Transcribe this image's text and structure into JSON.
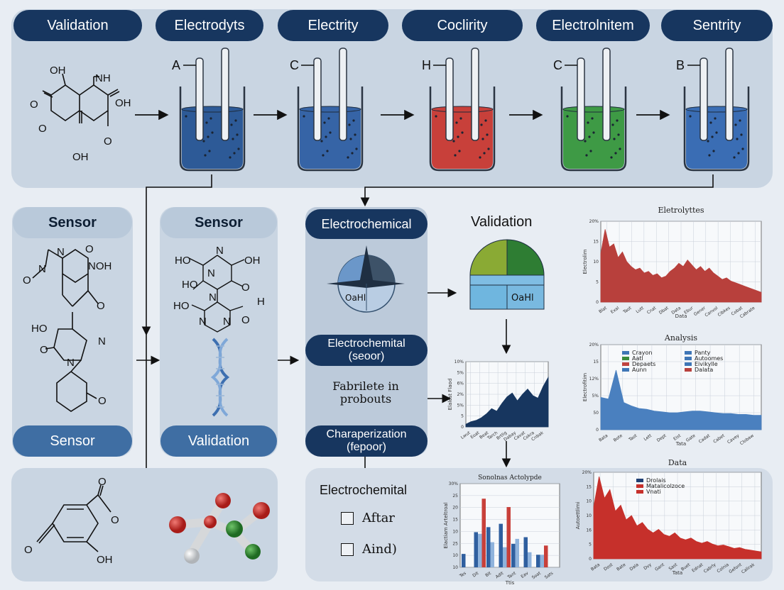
{
  "top_tabs": [
    "Validation",
    "Electrodyts",
    "Electrity",
    "Coclirity",
    "Electrolnitem",
    "Sentrity"
  ],
  "beakers": [
    {
      "label": "A",
      "liquid": "#2d5a97"
    },
    {
      "label": "C",
      "liquid": "#3664a6"
    },
    {
      "label": "H",
      "liquid": "#c8403a"
    },
    {
      "label": "C",
      "liquid": "#3e9a45"
    },
    {
      "label": "B",
      "liquid": "#3a6db4"
    }
  ],
  "molecule1": {
    "atoms": [
      "OH",
      "NH",
      "O",
      "OH",
      "O",
      "OH",
      "O"
    ]
  },
  "sensor_left": {
    "title": "Sensor",
    "footer": "Sensor",
    "atoms": [
      "N",
      "O",
      "NOH",
      "O",
      "N",
      "O",
      "HO",
      "N",
      "O",
      "N",
      "O"
    ]
  },
  "sensor_mid": {
    "title": "Sensor",
    "footer": "Validation",
    "atoms": [
      "HO",
      "N",
      "OH",
      "HO",
      "N",
      "O",
      "HO",
      "N",
      "N",
      "H",
      "N",
      "O"
    ]
  },
  "center": {
    "pill1": "Electrochemical",
    "pill2_line1": "Electrochemital",
    "pill2_line2": "(seoor)",
    "fabric_line1": "Fabrilete in",
    "fabric_line2": "probouts",
    "pill3_line1": "Charaperization",
    "pill3_line2": "(fepoor)",
    "bottom_title": "Electrochemital",
    "checkbox1": "Aftar",
    "checkbox2": "Aind)",
    "gauge_label": "OaHl"
  },
  "validation": {
    "title": "Validation",
    "label": "OaHl",
    "colors": [
      "#8aaa34",
      "#2e7d33",
      "#6fb6df",
      "#7fbde3"
    ]
  },
  "bottom_left_molecule": {
    "atoms": [
      "O",
      "O",
      "O",
      "OH"
    ]
  },
  "colors": {
    "navy": "#17365f",
    "panel": "#c9d5e2",
    "red": "#c0433f",
    "blue": "#2f5f9f"
  },
  "chart_data": [
    {
      "type": "area",
      "title": "Eletrolyttes",
      "ylabel": "Electrolim",
      "xlabel": "Data",
      "yticks": [
        "20%",
        "15",
        "10",
        "5",
        "0"
      ],
      "xticks": [
        "Blat",
        "Exal",
        "Taot",
        "Lutt",
        "Cnat",
        "Dbat",
        "Data",
        "Ebur",
        "Gener",
        "Canvol",
        "Cibkes",
        "Cobat",
        "Cabrate"
      ],
      "values": [
        60,
        90,
        68,
        72,
        55,
        62,
        50,
        44,
        40,
        42,
        36,
        38,
        33,
        35,
        30,
        32,
        38,
        42,
        48,
        44,
        52,
        46,
        40,
        44,
        38,
        42,
        36,
        32,
        28,
        30,
        26,
        24,
        22,
        20,
        18,
        16,
        14,
        12
      ],
      "color": "#b8403c"
    },
    {
      "type": "area",
      "title": "Analysis",
      "ylabel": "Electrofitim",
      "xlabel": "Tata",
      "yticks": [
        "20%",
        "15",
        "12%",
        "5%",
        "50",
        "0"
      ],
      "xticks": [
        "Bata",
        "Bote",
        "Taot",
        "Lett",
        "Dept",
        "Eist",
        "Gate",
        "Cadat",
        "Cabet",
        "Cavey",
        "Clobaw"
      ],
      "values": [
        38,
        36,
        70,
        32,
        28,
        25,
        24,
        22,
        21,
        20,
        20,
        21,
        22,
        22,
        21,
        20,
        19,
        19,
        18,
        18,
        17,
        17
      ],
      "color": "#4a80bf",
      "legend": [
        {
          "name": "Crayon",
          "color": "#3f76b6"
        },
        {
          "name": "Panty",
          "color": "#3f76b6"
        },
        {
          "name": "Aatl",
          "color": "#3a8b3d"
        },
        {
          "name": "Autoomes",
          "color": "#3f76b6"
        },
        {
          "name": "Depaets",
          "color": "#c0433f"
        },
        {
          "name": "Eivikylle",
          "color": "#3f76b6"
        },
        {
          "name": "Aunn",
          "color": "#3f76b6"
        },
        {
          "name": "Dalata",
          "color": "#b8403c"
        }
      ]
    },
    {
      "type": "area",
      "title": "",
      "ylabel": "Elalest Flaod",
      "yticks": [
        "10%",
        "5%",
        "6%",
        "2%",
        "5%",
        "5",
        "0"
      ],
      "xticks": [
        "Lwut",
        "Eoat",
        "Beat",
        "Tarch",
        "Brtlig",
        "Dabay",
        "Cavat",
        "Cokra",
        "Cnbak"
      ],
      "values": [
        4,
        8,
        10,
        14,
        20,
        28,
        24,
        36,
        46,
        52,
        40,
        50,
        58,
        48,
        44,
        62,
        76
      ],
      "color": "#17365f"
    },
    {
      "type": "bar",
      "title": "Sonolnas Actolypde",
      "ylabel": "Elactiam Arteltroal",
      "yticks": [
        "30%",
        "25",
        "20",
        "15",
        "10",
        "25",
        "10",
        "10"
      ],
      "xticks": [
        "Tes",
        "Dit",
        "Bit",
        "Adit",
        "Tant",
        "Eav",
        "Soat",
        "Sats"
      ],
      "xlabel": "Ttis",
      "series": [
        {
          "name": "Blue",
          "values": [
            16,
            42,
            48,
            52,
            28,
            36,
            15,
            0
          ]
        },
        {
          "name": "LightBlue",
          "values": [
            0,
            40,
            30,
            24,
            34,
            18,
            15,
            0
          ]
        },
        {
          "name": "Red",
          "values": [
            0,
            82,
            0,
            72,
            0,
            0,
            26,
            0
          ]
        }
      ]
    },
    {
      "type": "area",
      "title": "Data",
      "ylabel": "Autoettlimi",
      "yticks": [
        "20%",
        "15",
        "10",
        "10",
        "16",
        "5",
        "0"
      ],
      "xticks": [
        "Bata",
        "Dost",
        "Bate",
        "Dala",
        "Dvy",
        "Gant",
        "Sast",
        "Buet",
        "Ednat",
        "Cabrly",
        "Colnia",
        "Gefont",
        "Calirak"
      ],
      "xlabel": "Tata",
      "values": [
        60,
        95,
        70,
        80,
        55,
        62,
        45,
        50,
        38,
        42,
        34,
        30,
        34,
        28,
        26,
        30,
        24,
        22,
        24,
        20,
        18,
        20,
        17,
        15,
        16,
        14,
        12,
        13,
        11,
        10,
        9,
        8
      ],
      "color": "#c6302b",
      "legend": [
        {
          "name": "Drolais",
          "color": "#1f3f73"
        },
        {
          "name": "Matalicolzoce",
          "color": "#c6302b"
        },
        {
          "name": "Vnati",
          "color": "#c6302b"
        }
      ]
    }
  ]
}
